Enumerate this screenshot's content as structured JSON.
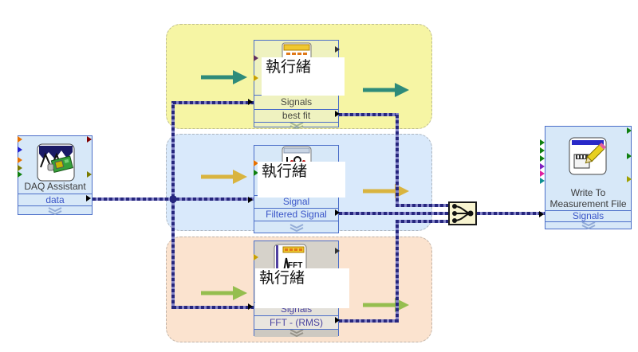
{
  "colors": {
    "region-fit-bg": "#F6F5A4",
    "region-filter-bg": "#D9E9FB",
    "region-fft-bg": "#FBE3CF",
    "block-blue-bg": "#D7E8F8",
    "block-fit-bg": "#EFF2C0",
    "block-fft-bg": "#D6D2CA",
    "block-border": "#4B6EC8",
    "wire-dark": "#26267E",
    "wire-light": "#8585C8",
    "arrow-fit": "#2E8B7A",
    "arrow-filter": "#D9B43F",
    "arrow-fft": "#95BE4F",
    "text-blue": "#3A55C8",
    "text-dark": "#3C3C3C",
    "text-fft": "#4A44A0"
  },
  "diagram": {
    "daq": {
      "title": "DAQ Assistant",
      "output_label": "data"
    },
    "fit": {
      "thread_label": "執行緒",
      "input_label": "Signals",
      "output_label": "best fit"
    },
    "filter": {
      "thread_label": "執行緒",
      "input_label": "Signal",
      "output_label": "Filtered Signal"
    },
    "fft": {
      "thread_label": "執行緒",
      "input_label": "Signals",
      "output_label": "FFT - (RMS)",
      "icon_text": "FFT"
    },
    "write": {
      "title_line1": "Write To",
      "title_line2": "Measurement File",
      "input_label": "Signals"
    }
  }
}
